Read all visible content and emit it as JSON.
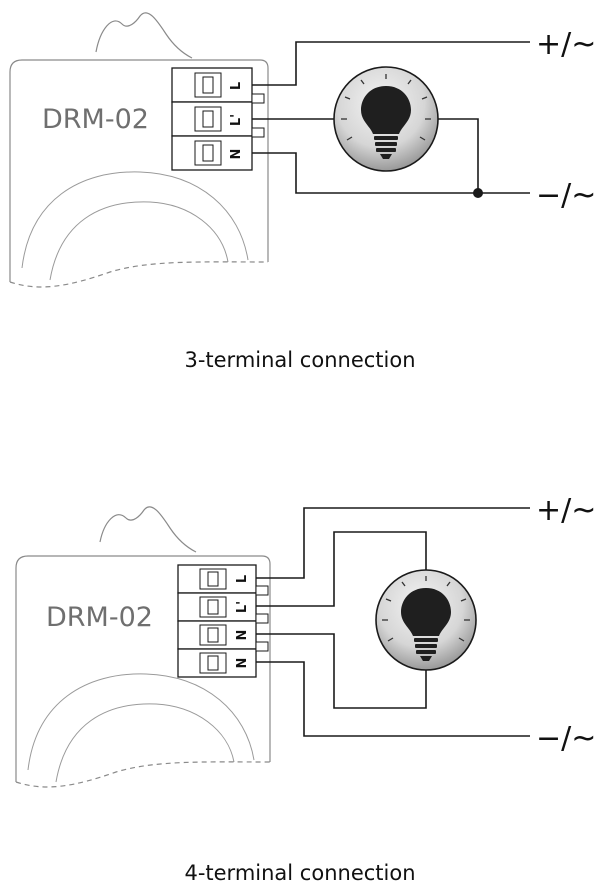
{
  "diagrams": [
    {
      "device_label": "DRM-02",
      "terminals": [
        "L",
        "L'",
        "N"
      ],
      "positive_label": "+/~",
      "negative_label": "−/~",
      "caption": "3-terminal connection"
    },
    {
      "device_label": "DRM-02",
      "terminals": [
        "L",
        "L'",
        "N",
        "N"
      ],
      "positive_label": "+/~",
      "negative_label": "−/~",
      "caption": "4-terminal connection"
    }
  ],
  "colors": {
    "line": "#1a1a1a",
    "device_outline": "#8a8a8a",
    "device_label": "#6f6f6f",
    "bulb_dark": "#1f1f1f",
    "bulb_light": "#ededed"
  }
}
